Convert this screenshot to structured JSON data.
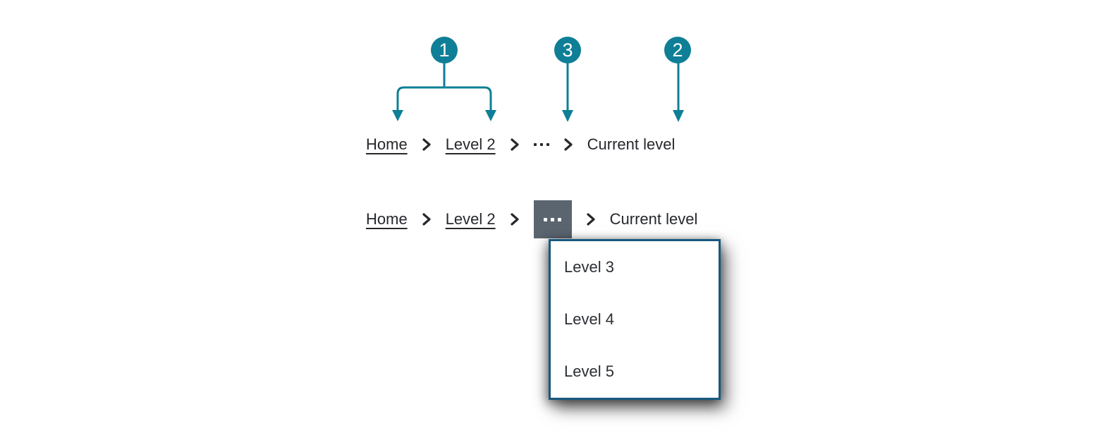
{
  "callouts": {
    "links": "1",
    "current": "2",
    "overflow": "3"
  },
  "breadcrumb": {
    "home": "Home",
    "level2": "Level 2",
    "current": "Current level"
  },
  "overflow_menu": {
    "items": [
      "Level 3",
      "Level 4",
      "Level 5"
    ]
  },
  "colors": {
    "annotation_accent": "#0e7f96",
    "breadcrumb_text": "#26282c",
    "overflow_button_bg": "#5b6570",
    "overflow_button_dots": "#ffffff",
    "menu_border": "#17587f",
    "menu_bg": "#ffffff",
    "menu_text": "#2b2e33"
  }
}
